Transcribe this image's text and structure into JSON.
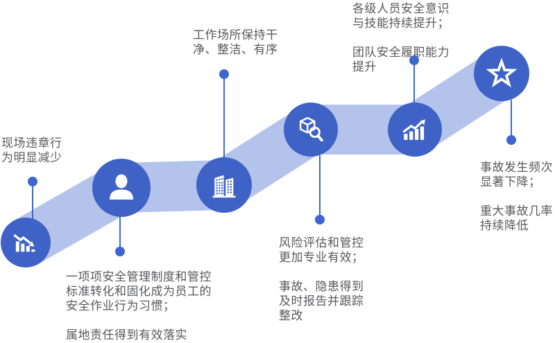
{
  "colors": {
    "stage_circle": "#3E62C5",
    "band": "#B4C3EC",
    "connector": "#3E66D1",
    "text": "#58595B"
  },
  "stages": [
    {
      "icon": "declining-bar-chart-icon",
      "text": "现场违章行\n为明显减少"
    },
    {
      "icon": "user-icon",
      "text": "一项项安全管理制度和管控\n标准转化和固化成为员工的\n安全作业行为习惯；\n\n属地责任得到有效落实"
    },
    {
      "icon": "buildings-icon",
      "text": "工作场所保持干\n净、整洁、有序"
    },
    {
      "icon": "cube-search-icon",
      "text": "风险评估和管控\n更加专业有效；\n\n事故、隐患得到\n及时报告并跟踪\n整改"
    },
    {
      "icon": "rising-bar-chart-icon",
      "text": "各级人员安全意识\n与技能持续提升；\n\n团队安全履职能力\n提升"
    },
    {
      "icon": "star-icon",
      "text": "事故发生频次\n显著下降；\n\n重大事故几率\n持续降低"
    }
  ]
}
